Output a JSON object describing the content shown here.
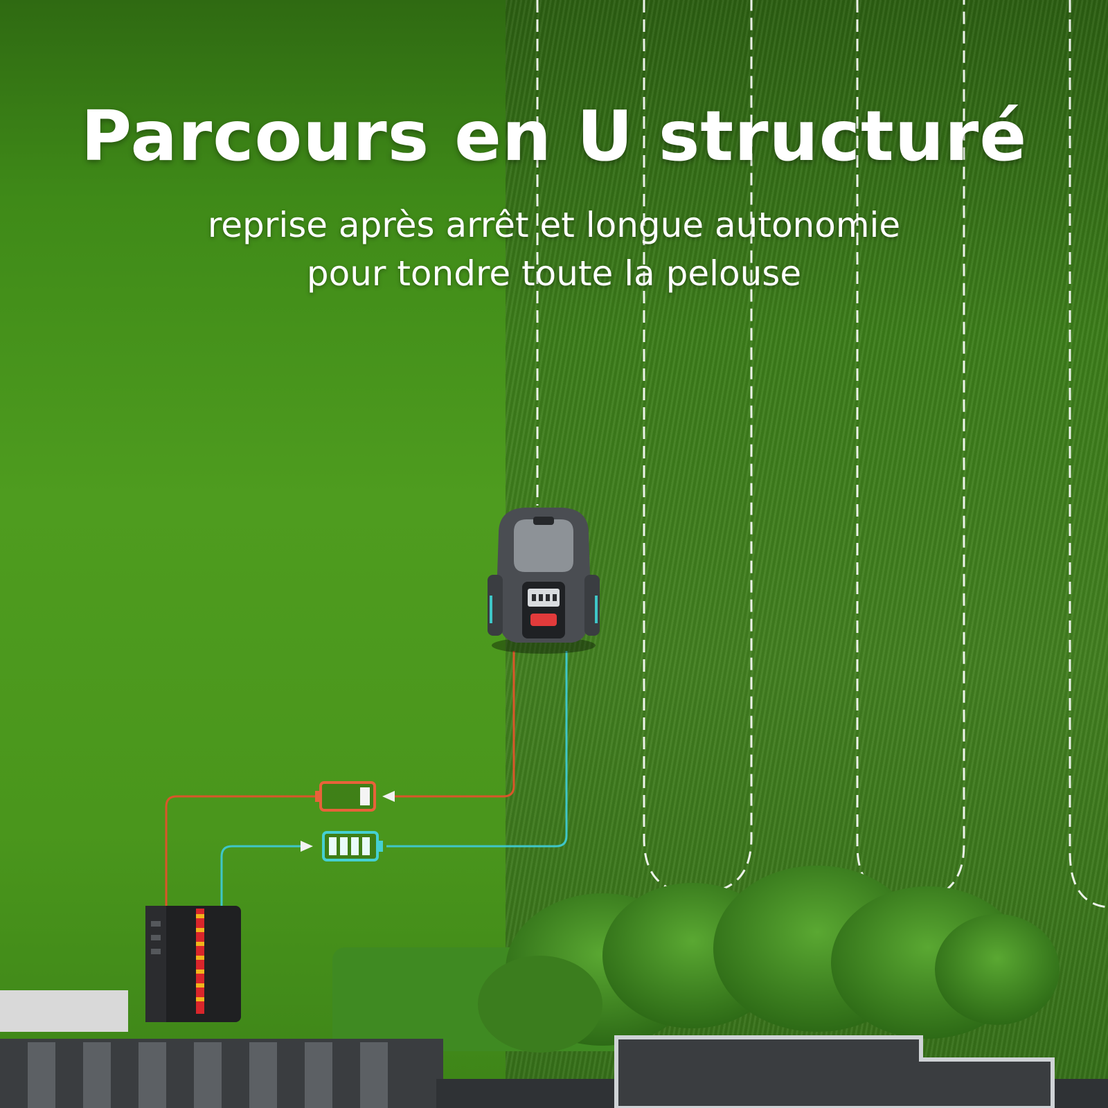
{
  "headline": {
    "title": "Parcours en U structuré",
    "subtitle_line1": "reprise après arrêt et longue autonomie",
    "subtitle_line2": "pour tondre toute la pelouse"
  },
  "colors": {
    "title_text": "#ffffff",
    "path_line": "#ffffff",
    "low_battery_wire": "#d9562a",
    "charged_wire": "#3fc6c8",
    "mower_body": "#4a4d52",
    "mower_button": "#e23b3b"
  },
  "icons": {
    "low_battery": "battery-low-icon",
    "full_battery": "battery-full-icon",
    "mower": "robot-mower",
    "station": "charging-station"
  }
}
